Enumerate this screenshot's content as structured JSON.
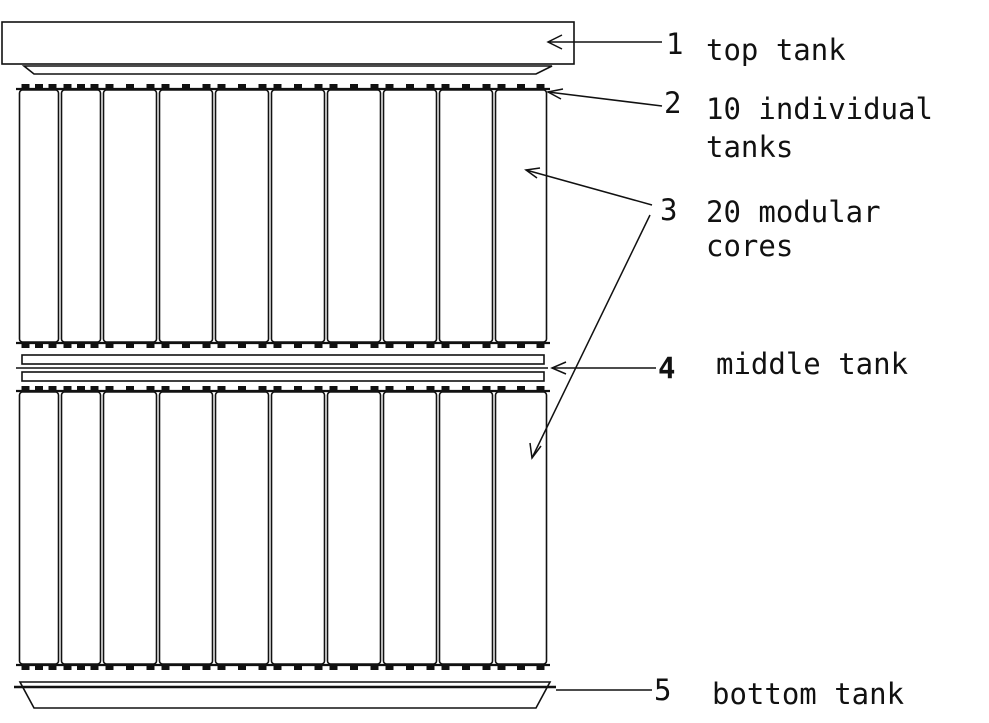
{
  "labels": {
    "top_tank": {
      "number": "1",
      "text": "top tank"
    },
    "individual_tanks": {
      "number": "2",
      "line1": "10 individual",
      "line2": "tanks"
    },
    "modular_cores": {
      "number": "3",
      "line1": "20 modular",
      "line2": "cores"
    },
    "middle_tank": {
      "number": "4",
      "text": "middle tank"
    },
    "bottom_tank": {
      "number": "5",
      "text": "bottom tank"
    }
  },
  "colors": {
    "line": "#111111",
    "background": "#ffffff"
  }
}
